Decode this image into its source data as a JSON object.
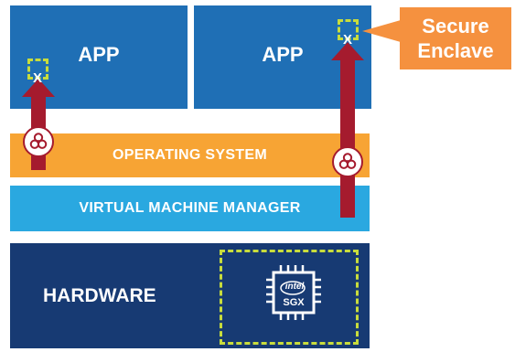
{
  "layers": {
    "app_left": "APP",
    "app_right": "APP",
    "operating_system": "OPERATING SYSTEM",
    "vmm": "VIRTUAL MACHINE MANAGER",
    "hardware": "HARDWARE"
  },
  "callout": {
    "line1": "Secure",
    "line2": "Enclave"
  },
  "enclave_marks": {
    "left": "X",
    "right": "X"
  },
  "chip": {
    "brand": "intel",
    "label": "SGX"
  },
  "icons": [
    "biohazard-icon",
    "arrow-up-icon",
    "processor-chip-icon"
  ],
  "colors": {
    "app": "#1f6fb5",
    "os": "#f7a434",
    "vmm": "#2aa8e0",
    "hardware": "#173a73",
    "callout": "#f5913f",
    "enclave_border": "#c8dc3c",
    "attack_arrow": "#a51b2e"
  }
}
